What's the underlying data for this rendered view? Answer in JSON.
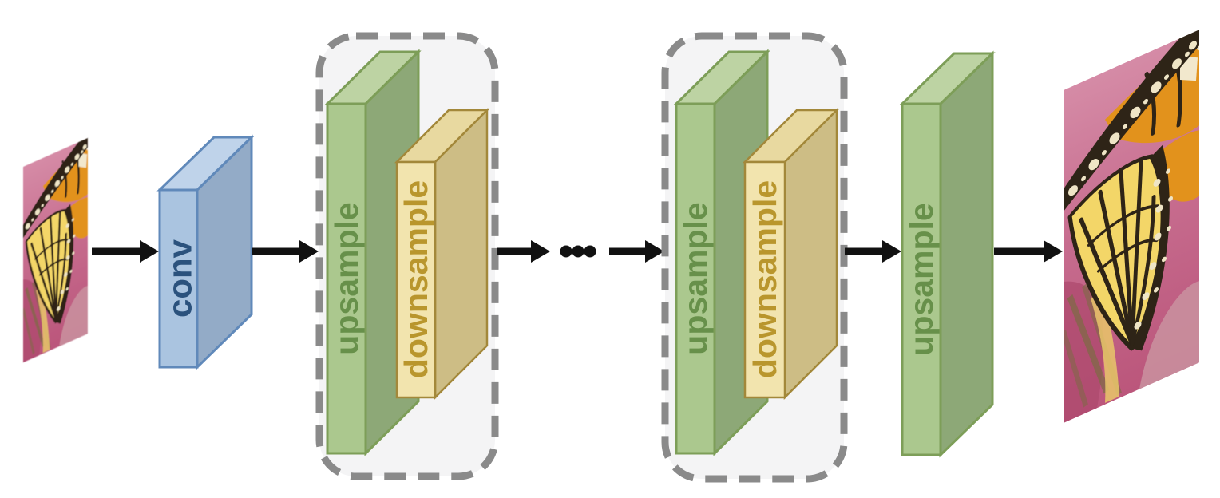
{
  "diagram": {
    "description": "image super-resolution network pipeline",
    "input_image": {
      "alt": "low-resolution butterfly wing photo (skewed thumbnail)"
    },
    "output_image": {
      "alt": "high-resolution butterfly wing photo (skewed, enlarged)"
    },
    "conv_block": {
      "label": "conv"
    },
    "stages": [
      {
        "upsample_label": "upsample",
        "downsample_label": "downsample"
      },
      {
        "upsample_label": "upsample",
        "downsample_label": "downsample"
      }
    ],
    "final_block": {
      "label": "upsample"
    },
    "ellipsis": {
      "dot_count": 3
    },
    "colors": {
      "conv_front": "#aac4e0",
      "conv_side": "#93abc7",
      "conv_top": "#bfd3ea",
      "conv_border": "#6089ba",
      "conv_text": "#2b527d",
      "green_front": "#abc88e",
      "green_side": "#8da877",
      "green_top": "#bdd3a3",
      "green_border": "#7d9e58",
      "green_text": "#67904a",
      "yellow_front": "#f2e4ae",
      "yellow_side": "#cdbd85",
      "yellow_top": "#e8d9a0",
      "yellow_border": "#a3883a",
      "yellow_text": "#b9962d",
      "stage_box_fill": "#f4f4f5",
      "stage_box_border": "#8a8a8a",
      "arrow": "#111111",
      "background": "#ffffff"
    }
  }
}
